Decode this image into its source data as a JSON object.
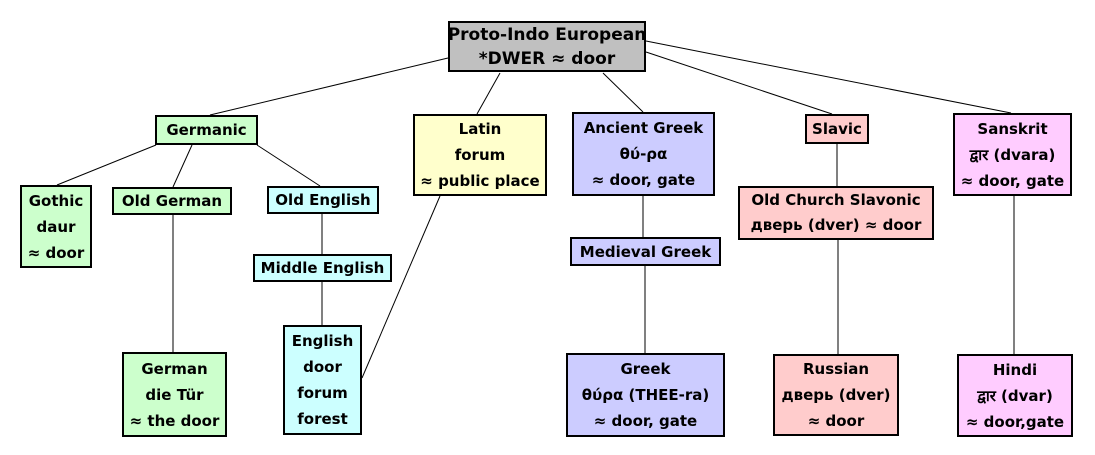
{
  "title": "Proto-Indo European *DWER etymology tree",
  "palette": {
    "pie": "#c0c0c0",
    "germanic": "#ccffcc",
    "english": "#ccffff",
    "latin": "#ffffcc",
    "greek": "#ccccff",
    "slavic": "#ffcccc",
    "indic": "#ffccff",
    "line": "#000000",
    "background": "#ffffff"
  },
  "nodes": {
    "pie": {
      "lines": [
        "Proto-Indo European",
        "*DWER ≈ door"
      ]
    },
    "germanic": {
      "lines": [
        "Germanic"
      ]
    },
    "gothic": {
      "lines": [
        "Gothic",
        "daur",
        "≈ door"
      ]
    },
    "old_german": {
      "lines": [
        "Old German"
      ]
    },
    "old_english": {
      "lines": [
        "Old English"
      ]
    },
    "middle_english": {
      "lines": [
        "Middle English"
      ]
    },
    "english": {
      "lines": [
        "English",
        "door",
        "forum",
        "forest"
      ]
    },
    "german": {
      "lines": [
        "German",
        "die Tür",
        "≈ the door"
      ]
    },
    "latin": {
      "lines": [
        "Latin",
        "forum",
        "≈ public place"
      ]
    },
    "ancient_greek": {
      "lines": [
        "Ancient Greek",
        "θύ-ρα",
        "≈ door, gate"
      ]
    },
    "medieval_greek": {
      "lines": [
        "Medieval Greek"
      ]
    },
    "greek": {
      "lines": [
        "Greek",
        "θύρα (THEE-ra)",
        "≈ door, gate"
      ]
    },
    "slavic": {
      "lines": [
        "Slavic"
      ]
    },
    "old_church_slavonic": {
      "lines": [
        "Old Church Slavonic",
        "дверь (dver) ≈ door"
      ]
    },
    "russian": {
      "lines": [
        "Russian",
        "дверь (dver)",
        "≈ door"
      ]
    },
    "sanskrit": {
      "lines": [
        "Sanskrit",
        "द्वार (dvara)",
        "≈ door, gate"
      ]
    },
    "hindi": {
      "lines": [
        "Hindi",
        "द्वार (dvar)",
        "≈ door,gate"
      ]
    }
  }
}
